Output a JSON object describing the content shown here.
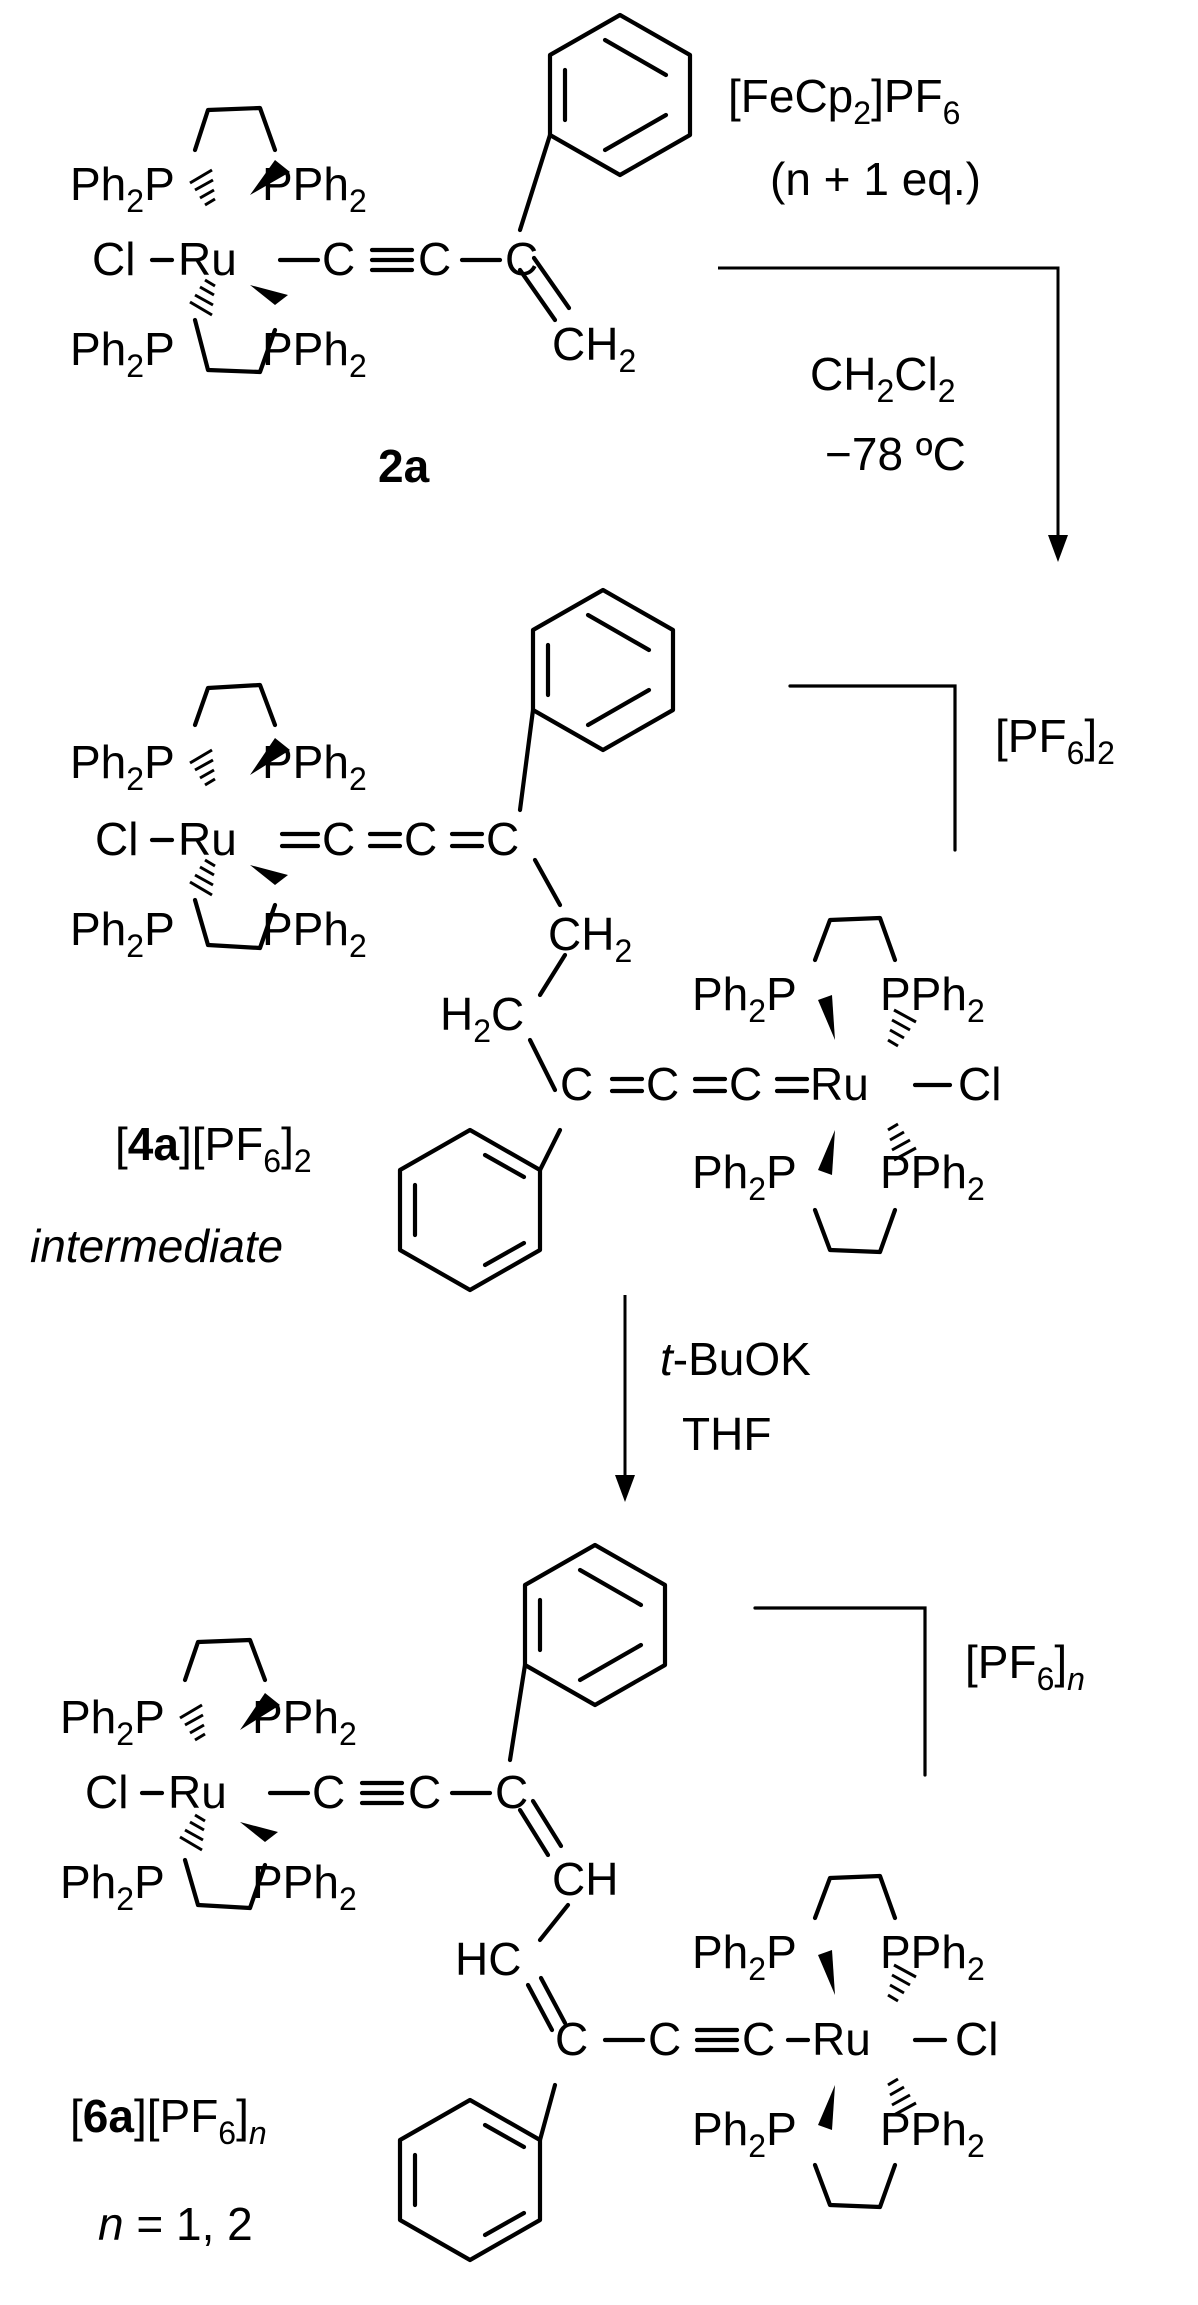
{
  "labels": {
    "compound_2a": "2a",
    "compound_4a_id": "4a",
    "compound_6a_id": "6a",
    "intermediate": "intermediate",
    "n_label": "n",
    "n_values": " = 1, 2",
    "bracket_4a": "[PF",
    "bracket_4a_sub": "6",
    "bracket_4a_end": "]",
    "bracket_4a_charge": "2",
    "bracket_6a": "[PF",
    "bracket_6a_sub": "6",
    "bracket_6a_end": "]",
    "bracket_6a_charge": "n"
  },
  "reagents": {
    "step1_line1_a": "[FeCp",
    "step1_line1_sub": "2",
    "step1_line1_b": "]PF",
    "step1_line1_sub2": "6",
    "step1_line2": "(n + 1 eq.)",
    "step1_solvent_a": "CH",
    "step1_solvent_sub1": "2",
    "step1_solvent_b": "Cl",
    "step1_solvent_sub2": "2",
    "step1_temp": "−78 ºC",
    "step2_base_italic": "t",
    "step2_base_rest": "-BuOK",
    "step2_solvent": "THF"
  },
  "atoms": {
    "ph2p": "Ph",
    "pph2": "PPh",
    "two": "2",
    "p": "P",
    "cl": "Cl",
    "ru": "Ru",
    "c": "C",
    "h": "H",
    "ch2": "CH",
    "h2c": "H",
    "hc": "HC",
    "ch": "CH"
  }
}
